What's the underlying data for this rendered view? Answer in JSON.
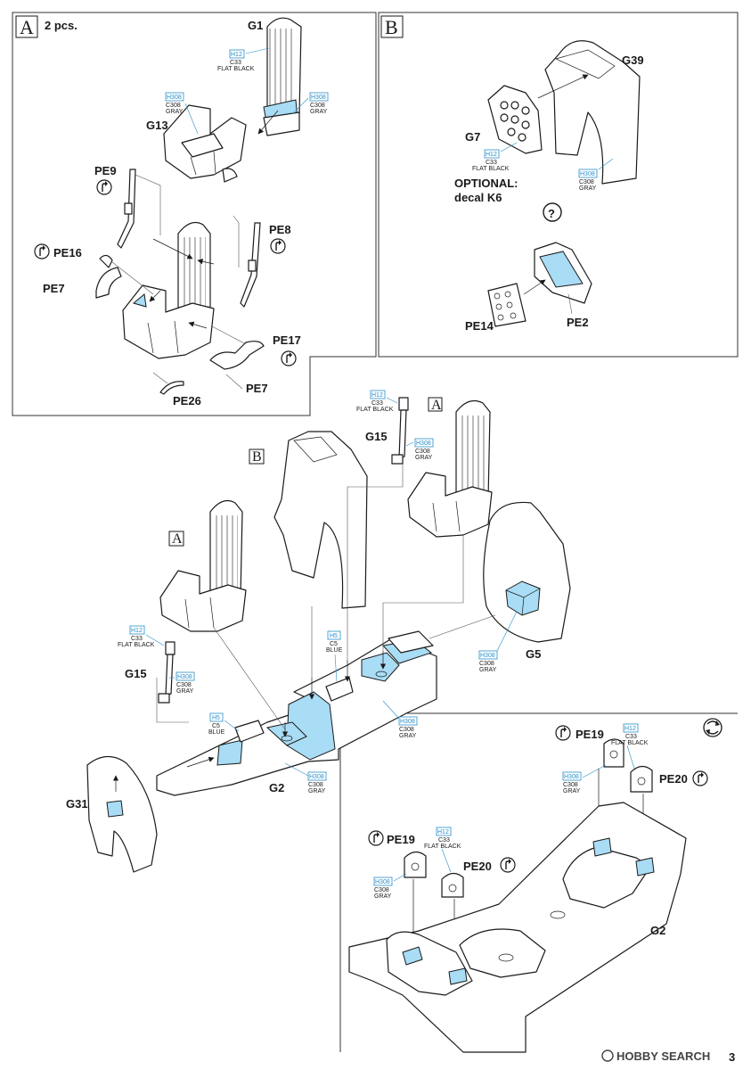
{
  "sheet": {
    "step_a": "A",
    "step_b": "B",
    "qty_a": "2 pcs.",
    "optional_line1": "OPTIONAL:",
    "optional_line2": "decal K6",
    "question_mark": "?",
    "page_number": "3",
    "watermark": "HOBBY SEARCH"
  },
  "parts": {
    "g1": "G1",
    "g13": "G13",
    "g39": "G39",
    "g7": "G7",
    "pe9": "PE9",
    "pe8": "PE8",
    "pe16": "PE16",
    "pe7a": "PE7",
    "pe17": "PE17",
    "pe7b": "PE7",
    "pe26": "PE26",
    "pe14": "PE14",
    "pe2": "PE2",
    "g15a": "G15",
    "g15b": "G15",
    "g5": "G5",
    "g2a": "G2",
    "g31": "G31",
    "pe19a": "PE19",
    "pe20a": "PE20",
    "pe19b": "PE19",
    "pe20b": "PE20",
    "g2b": "G2"
  },
  "colors": {
    "h12": {
      "code": "H12",
      "mr": "C33",
      "name": "FLAT BLACK"
    },
    "h308": {
      "code": "H308",
      "mr": "C308",
      "name": "GRAY"
    },
    "h5": {
      "code": "H5",
      "mr": "C5",
      "name": "BLUE"
    },
    "callout_blue": "#2a8fc9",
    "fill_blue": "#a9dcf5"
  },
  "icons": {
    "rotate": "rotate-arrows-icon",
    "bend": "bend-arrow-icon"
  }
}
